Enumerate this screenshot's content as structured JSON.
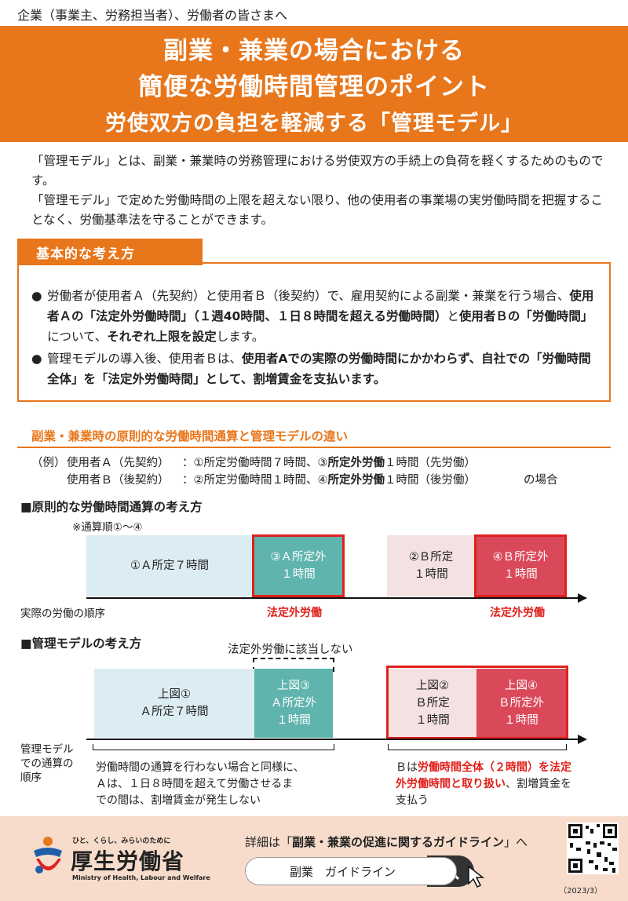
{
  "audience": "企業（事業主、労務担当者）、労働者の皆さまへ",
  "banner": {
    "line1": "副業・兼業の場合における",
    "line2": "簡便な労働時間管理のポイント",
    "line3": "労使双方の負担を軽減する「管理モデル」"
  },
  "intro": {
    "p1": "「管理モデル」とは、副業・兼業時の労務管理における労使双方の手続上の負荷を軽くするためのものです。",
    "p2": "「管理モデル」で定めた労働時間の上限を超えない限り、他の使用者の事業場の実労働時間を把握することなく、労働基準法を守ることができます。"
  },
  "basic": {
    "tab": "基本的な考え方",
    "b1_a": "労働者が使用者Ａ（先契約）と使用者Ｂ（後契約）で、雇用契約による副業・兼業を行う場合、",
    "b1_b": "使用者Ａの「法定外労働時間」（１週40時間、１日８時間を超える労働時間）",
    "b1_c": "と",
    "b1_d": "使用者Ｂの「労働時間」",
    "b1_e": "について、",
    "b1_f": "それぞれ上限を設定",
    "b1_g": "します。",
    "b2_a": "管理モデルの導入後、使用者Ｂは、",
    "b2_b": "使用者Aでの実際の労働時間にかかわらず、自社での「労働時間全体」を「法定外労働時間」として、割増賃金を支払います。"
  },
  "diff": {
    "title": "副業・兼業時の原則的な労働時間通算と管理モデルの違い",
    "ex_label": "（例）",
    "exA_who": "使用者Ａ（先契約）",
    "exA_1": "：①所定労働時間７時間、③",
    "exA_bold": "所定外労働",
    "exA_2": "１時間（先労働）",
    "exB_who": "使用者Ｂ（後契約）",
    "exB_1": "：②所定労働時間１時間、④",
    "exB_bold": "所定外労働",
    "exB_2": "１時間（後労働）",
    "exB_3": "の場合"
  },
  "principle": {
    "heading": "■原則的な労働時間通算の考え方",
    "note": "※通算順①～④",
    "box1": "①Ａ所定７時間",
    "box3_l1": "③Ａ所定外",
    "box3_l2": "１時間",
    "box2_l1": "②Ｂ所定",
    "box2_l2": "１時間",
    "box4_l1": "④Ｂ所定外",
    "box4_l2": "１時間",
    "axis": "実際の労働の順序",
    "red1": "法定外労働",
    "red2": "法定外労働"
  },
  "model": {
    "heading": "■管理モデルの考え方",
    "note": "法定外労働に該当しない",
    "box1_l1": "上図①",
    "box1_l2": "Ａ所定７時間",
    "box3_l1": "上図③",
    "box3_l2": "Ａ所定外",
    "box3_l3": "１時間",
    "box2_l1": "上図②",
    "box2_l2": "Ｂ所定",
    "box2_l3": "１時間",
    "box4_l1": "上図④",
    "box4_l2": "Ｂ所定外",
    "box4_l3": "１時間",
    "axis_l1": "管理モデル",
    "axis_l2": "での通算の",
    "axis_l3": "順序",
    "left_l1": "労働時間の通算を行わない場合と同様に、",
    "left_l2": "Ａは、１日８時間を超えて労働させるま",
    "left_l3": "での間は、割増賃金が発生しない",
    "right_a": "Ｂは",
    "right_b": "労働時間全体（２時間）を",
    "right_c": "法定外労働時間と取り扱い",
    "right_d": "、割",
    "right_e": "増賃金を支払う"
  },
  "footer": {
    "tagline": "ひと、くらし、みらいのために",
    "logo_jp": "厚生労働省",
    "logo_en": "Ministry of Health, Labour and Welfare",
    "detail_a": "詳細は「",
    "detail_b": "副業・兼業の促進に関するガイドライン",
    "detail_c": "」へ",
    "search": "副業　ガイドライン",
    "date": "（2023/3）"
  },
  "colors": {
    "orange": "#e8761b",
    "red": "#e0201b",
    "teal": "#5fb4ad",
    "rose": "#d9495a",
    "lightblue": "#dcecf3",
    "pink": "#f4e1e1",
    "footer": "#f7dccb"
  }
}
